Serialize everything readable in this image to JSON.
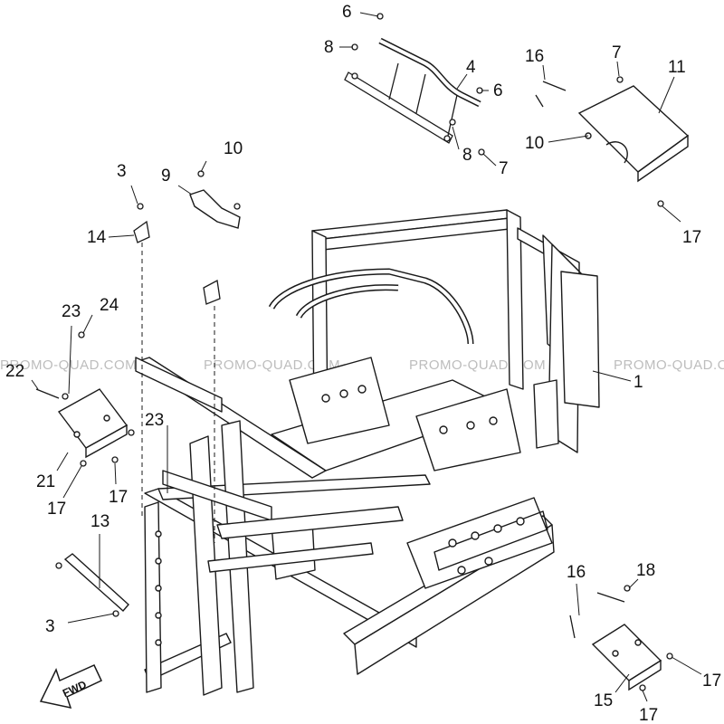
{
  "watermark": "PROMO-QUAD.COM",
  "direction_label": "FWD",
  "colors": {
    "line": "#1a1a1a",
    "fill": "#ffffff",
    "watermark": "#bdbdbd"
  },
  "callouts": [
    {
      "id": "c6a",
      "number": "6"
    },
    {
      "id": "c8a",
      "number": "8"
    },
    {
      "id": "c4",
      "number": "4"
    },
    {
      "id": "c6b",
      "number": "6"
    },
    {
      "id": "c8b",
      "number": "8"
    },
    {
      "id": "c7a",
      "number": "7"
    },
    {
      "id": "c16a",
      "number": "16"
    },
    {
      "id": "c7b",
      "number": "7"
    },
    {
      "id": "c11",
      "number": "11"
    },
    {
      "id": "c10a",
      "number": "10"
    },
    {
      "id": "c17a",
      "number": "17"
    },
    {
      "id": "c10b",
      "number": "10"
    },
    {
      "id": "c3a",
      "number": "3"
    },
    {
      "id": "c9",
      "number": "9"
    },
    {
      "id": "c14",
      "number": "14"
    },
    {
      "id": "c23a",
      "number": "23"
    },
    {
      "id": "c24",
      "number": "24"
    },
    {
      "id": "c22",
      "number": "22"
    },
    {
      "id": "c1",
      "number": "1"
    },
    {
      "id": "c23b",
      "number": "23"
    },
    {
      "id": "c21",
      "number": "21"
    },
    {
      "id": "c17b",
      "number": "17"
    },
    {
      "id": "c17c",
      "number": "17"
    },
    {
      "id": "c13",
      "number": "13"
    },
    {
      "id": "c3b",
      "number": "3"
    },
    {
      "id": "c16b",
      "number": "16"
    },
    {
      "id": "c18",
      "number": "18"
    },
    {
      "id": "c17d",
      "number": "17"
    },
    {
      "id": "c15",
      "number": "15"
    },
    {
      "id": "c17e",
      "number": "17"
    }
  ]
}
